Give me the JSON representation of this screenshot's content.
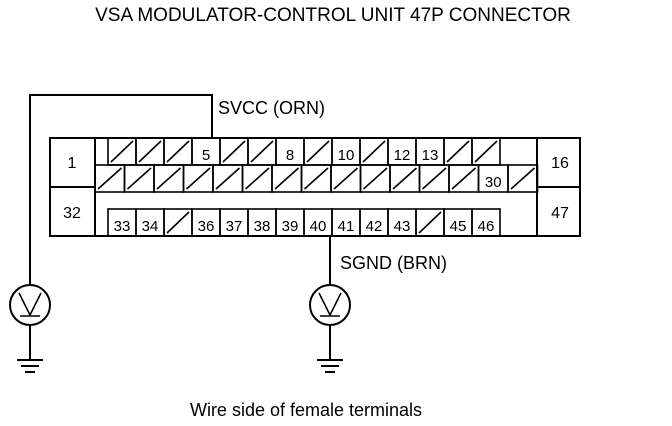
{
  "title": "VSA MODULATOR-CONTROL UNIT 47P CONNECTOR",
  "wire_labels": {
    "top": "SVCC (ORN)",
    "bottom": "SGND (BRN)"
  },
  "footer": "Wire side of female terminals",
  "connector": {
    "corner_terminals": {
      "top_left": "1",
      "top_right": "16",
      "bottom_left": "32",
      "bottom_right": "47"
    },
    "row1": [
      "",
      "",
      "",
      "5",
      "",
      "",
      "8",
      "",
      "10",
      "",
      "12",
      "13",
      "",
      ""
    ],
    "row2": [
      "",
      "",
      "",
      "",
      "",
      "",
      "",
      "",
      "",
      "",
      "",
      "",
      "",
      "30",
      ""
    ],
    "row3": [
      "33",
      "34",
      "",
      "36",
      "37",
      "38",
      "39",
      "40",
      "41",
      "42",
      "43",
      "",
      "45",
      "46"
    ]
  },
  "meters": [
    "voltmeter",
    "voltmeter"
  ]
}
